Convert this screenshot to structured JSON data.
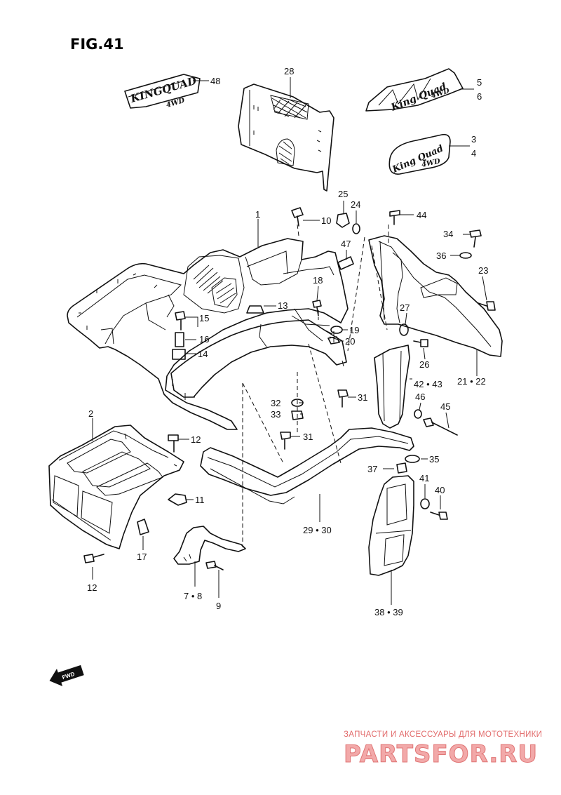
{
  "figure_title": "FIG.41",
  "fwd_label": "FWD",
  "emblems": {
    "kq_48_line1": "KINGQUAD",
    "kq_48_line2": "4WD",
    "kq_5_script": "King Quad",
    "kq_5_sub": "4WD",
    "kq_3_script": "King Quad",
    "kq_3_sub": "4WD"
  },
  "callouts": [
    {
      "id": "c1",
      "text": "1"
    },
    {
      "id": "c2",
      "text": "2"
    },
    {
      "id": "c3",
      "text": "3"
    },
    {
      "id": "c4",
      "text": "4"
    },
    {
      "id": "c5",
      "text": "5"
    },
    {
      "id": "c6",
      "text": "6"
    },
    {
      "id": "c7",
      "text": "7 • 8"
    },
    {
      "id": "c9",
      "text": "9"
    },
    {
      "id": "c10",
      "text": "10"
    },
    {
      "id": "c11",
      "text": "11"
    },
    {
      "id": "c12a",
      "text": "12"
    },
    {
      "id": "c12b",
      "text": "12"
    },
    {
      "id": "c13",
      "text": "13"
    },
    {
      "id": "c14",
      "text": "14"
    },
    {
      "id": "c15",
      "text": "15"
    },
    {
      "id": "c16",
      "text": "16"
    },
    {
      "id": "c17",
      "text": "17"
    },
    {
      "id": "c18",
      "text": "18"
    },
    {
      "id": "c19",
      "text": "19"
    },
    {
      "id": "c20",
      "text": "20"
    },
    {
      "id": "c21",
      "text": "21 • 22"
    },
    {
      "id": "c23",
      "text": "23"
    },
    {
      "id": "c24",
      "text": "24"
    },
    {
      "id": "c25",
      "text": "25"
    },
    {
      "id": "c26",
      "text": "26"
    },
    {
      "id": "c27",
      "text": "27"
    },
    {
      "id": "c28",
      "text": "28"
    },
    {
      "id": "c29",
      "text": "29 • 30"
    },
    {
      "id": "c31a",
      "text": "31"
    },
    {
      "id": "c31b",
      "text": "31"
    },
    {
      "id": "c32",
      "text": "32"
    },
    {
      "id": "c33",
      "text": "33"
    },
    {
      "id": "c34",
      "text": "34"
    },
    {
      "id": "c35",
      "text": "35"
    },
    {
      "id": "c36",
      "text": "36"
    },
    {
      "id": "c37",
      "text": "37"
    },
    {
      "id": "c38",
      "text": "38 • 39"
    },
    {
      "id": "c40",
      "text": "40"
    },
    {
      "id": "c41",
      "text": "41"
    },
    {
      "id": "c42",
      "text": "42 • 43"
    },
    {
      "id": "c44",
      "text": "44"
    },
    {
      "id": "c45",
      "text": "45"
    },
    {
      "id": "c46",
      "text": "46"
    },
    {
      "id": "c47",
      "text": "47"
    },
    {
      "id": "c48",
      "text": "48"
    }
  ],
  "watermark": {
    "line1": "ЗАПЧАСТИ И АКСЕССУАРЫ ДЛЯ МОТОТЕХНИКИ",
    "line2": "PARTSFOR.RU"
  }
}
